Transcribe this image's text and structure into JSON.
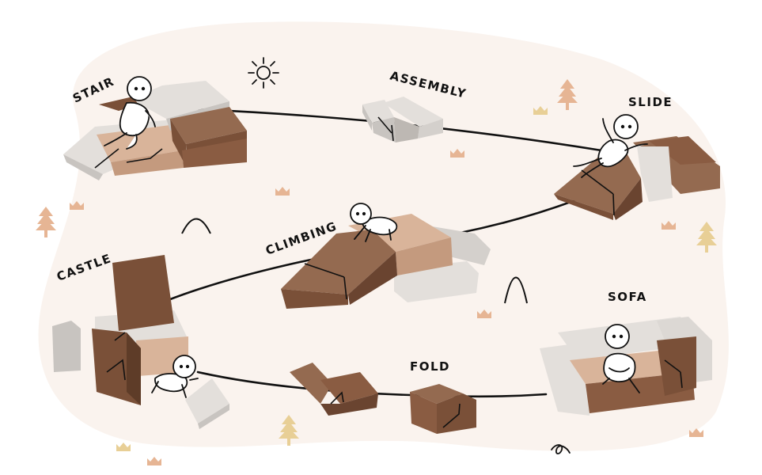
{
  "labels": {
    "stair": "STAIR",
    "assembly": "ASSEMBLY",
    "slide": "SLIDE",
    "climbing": "CLIMBING",
    "castle": "CASTLE",
    "sofa": "SOFA",
    "fold": "FOLD"
  },
  "colors": {
    "blob": "#faf3ee",
    "brown_dark": "#7a5038",
    "brown_mid": "#946a50",
    "tan": "#d9b49a",
    "gray_light": "#e3dfdb",
    "gray_mid": "#c8c4c0",
    "gold": "#e8cf96",
    "peach": "#e6b594",
    "line": "#111111"
  },
  "icons": [
    "sun-icon",
    "tree-icon",
    "crown-icon",
    "hill-icon",
    "squiggle-icon",
    "child-figure"
  ]
}
